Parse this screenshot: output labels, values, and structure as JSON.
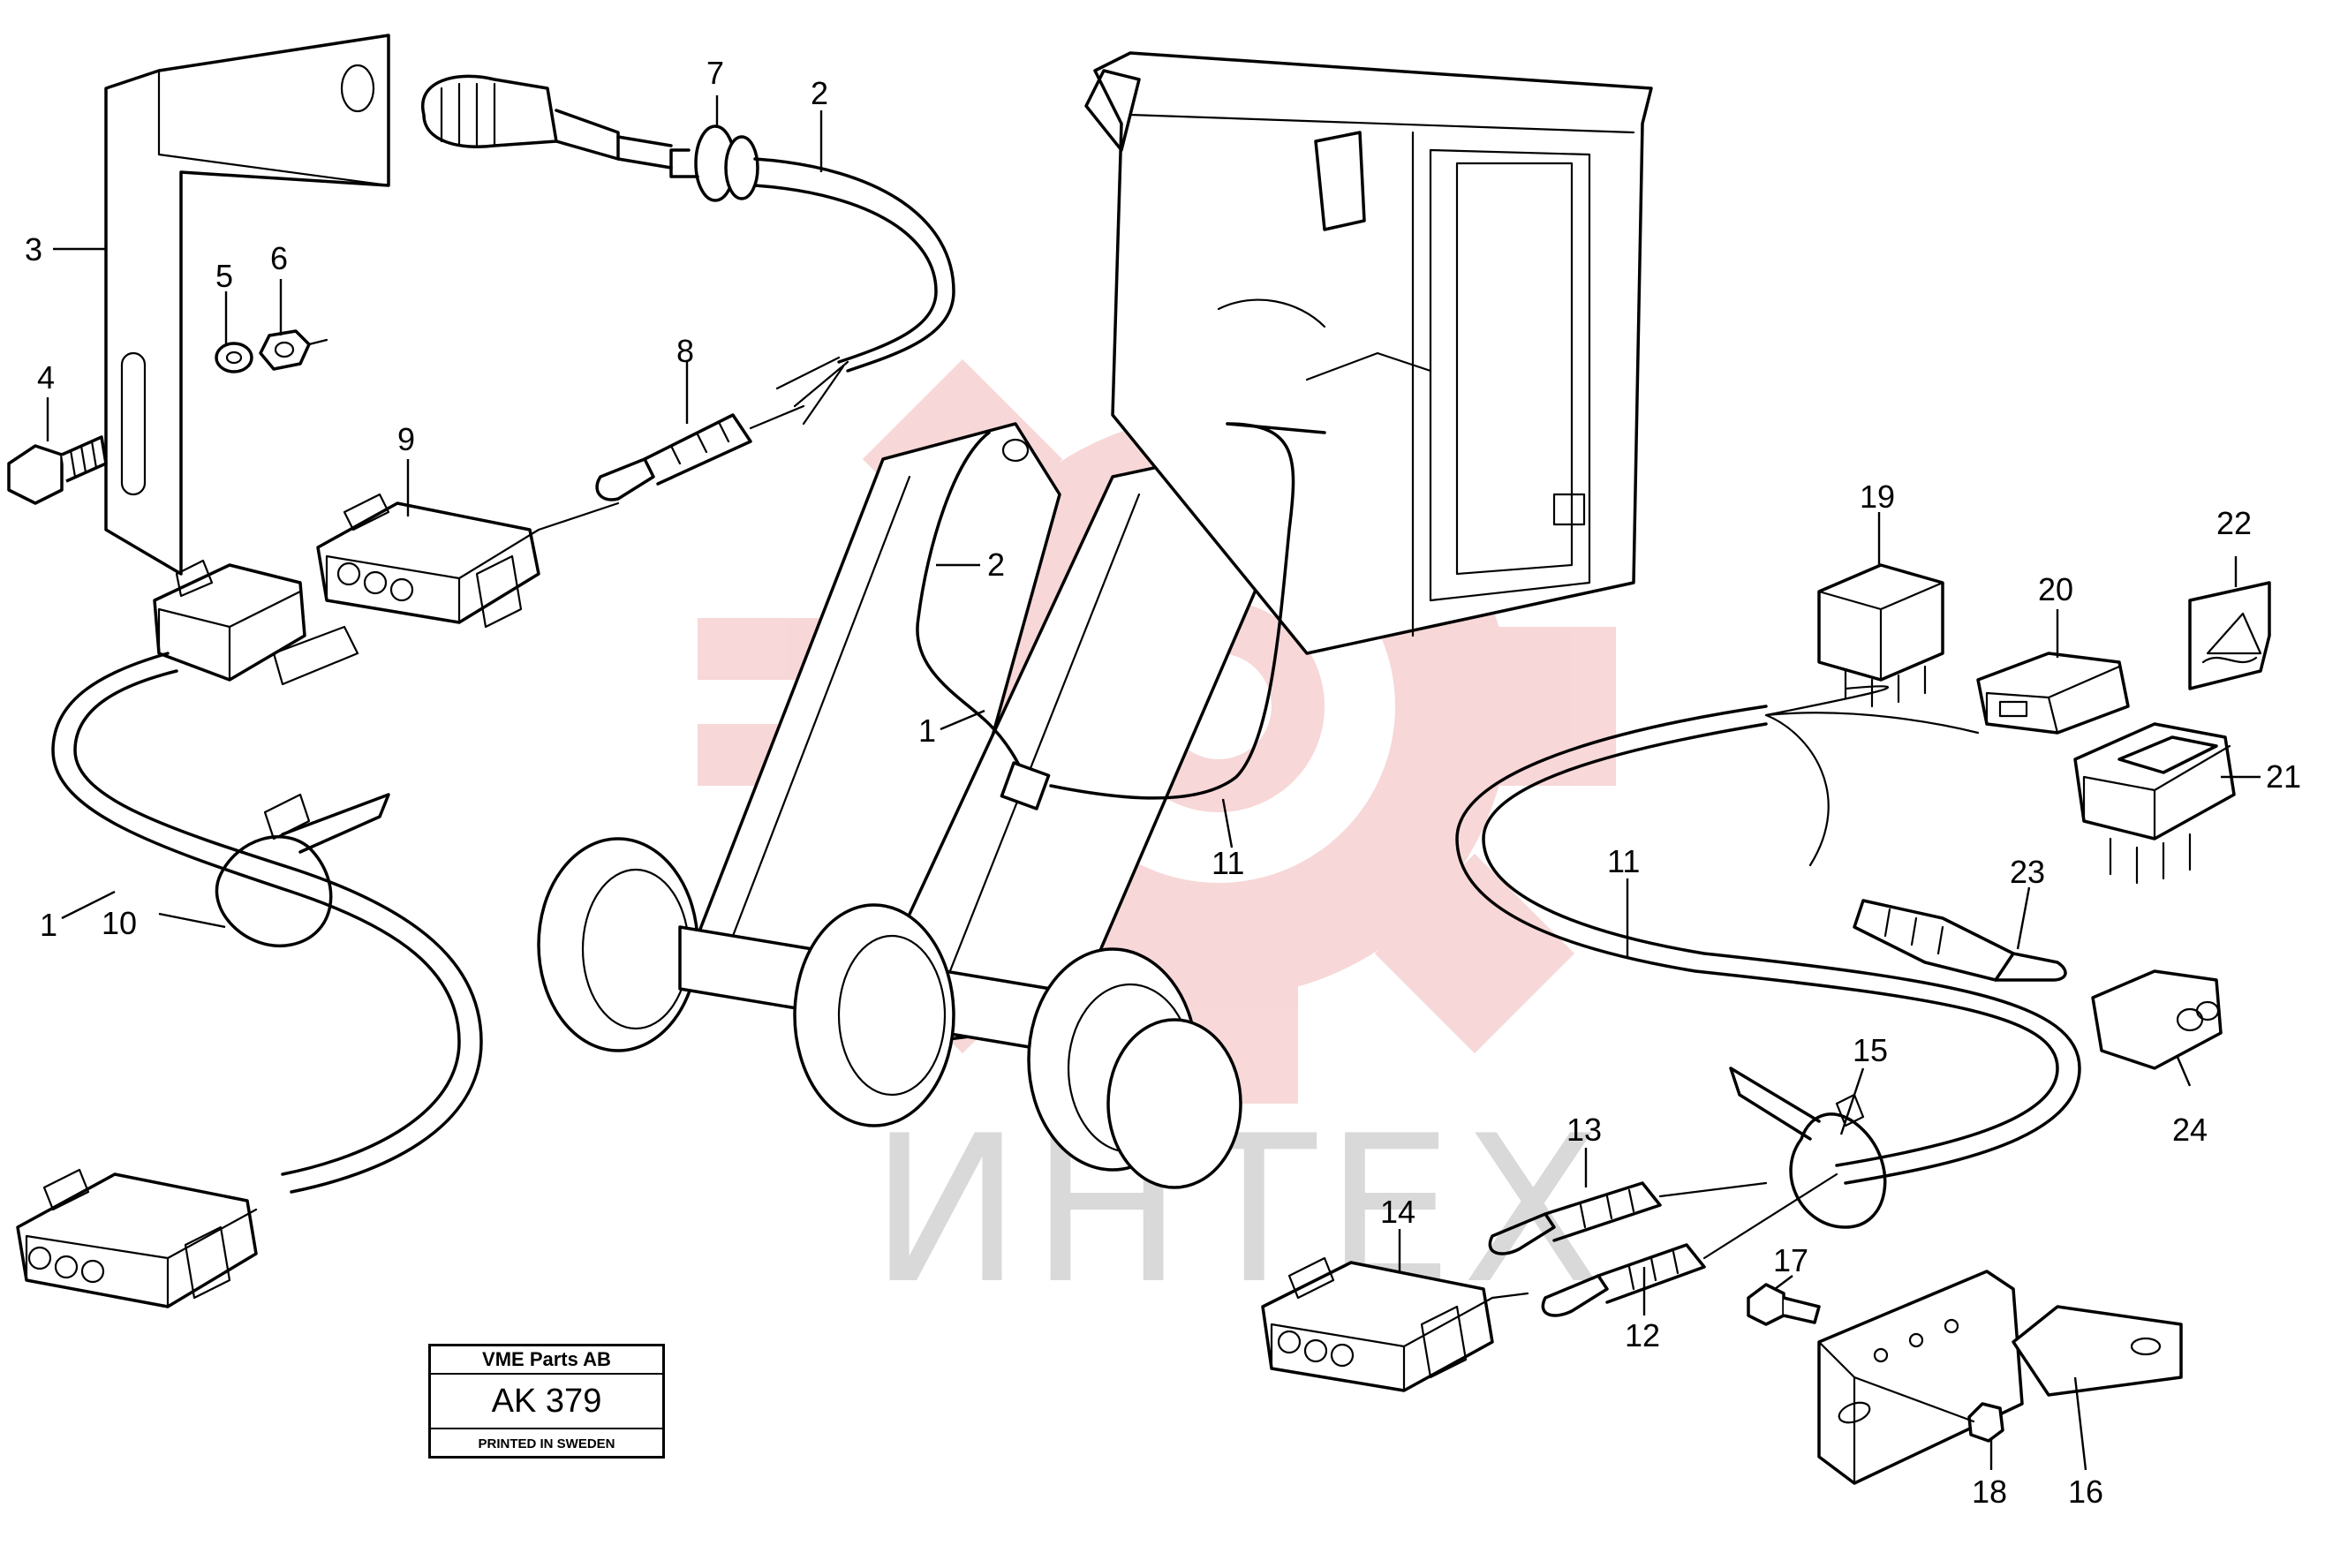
{
  "diagram": {
    "callouts": [
      {
        "id": "1a",
        "text": "1"
      },
      {
        "id": "1b",
        "text": "1"
      },
      {
        "id": "2a",
        "text": "2"
      },
      {
        "id": "2b",
        "text": "2"
      },
      {
        "id": "3",
        "text": "3"
      },
      {
        "id": "4",
        "text": "4"
      },
      {
        "id": "5",
        "text": "5"
      },
      {
        "id": "6",
        "text": "6"
      },
      {
        "id": "7",
        "text": "7"
      },
      {
        "id": "8",
        "text": "8"
      },
      {
        "id": "9",
        "text": "9"
      },
      {
        "id": "10",
        "text": "10"
      },
      {
        "id": "11a",
        "text": "11"
      },
      {
        "id": "11b",
        "text": "11"
      },
      {
        "id": "12",
        "text": "12"
      },
      {
        "id": "13",
        "text": "13"
      },
      {
        "id": "14",
        "text": "14"
      },
      {
        "id": "15",
        "text": "15"
      },
      {
        "id": "16",
        "text": "16"
      },
      {
        "id": "17",
        "text": "17"
      },
      {
        "id": "18",
        "text": "18"
      },
      {
        "id": "19",
        "text": "19"
      },
      {
        "id": "20",
        "text": "20"
      },
      {
        "id": "21",
        "text": "21"
      },
      {
        "id": "22",
        "text": "22"
      },
      {
        "id": "23",
        "text": "23"
      },
      {
        "id": "24",
        "text": "24"
      }
    ]
  },
  "stamp": {
    "company": "VME Parts AB",
    "code": "AK 379",
    "printed": "PRINTED IN SWEDEN"
  },
  "watermark": {
    "text": "ИНТЕХ",
    "color": "#f2b8b8"
  }
}
